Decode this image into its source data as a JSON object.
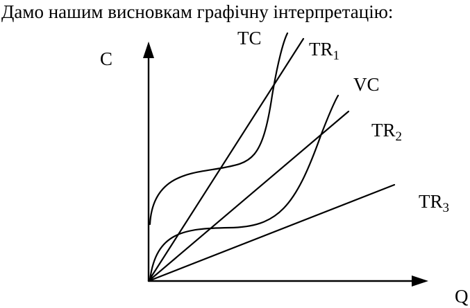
{
  "heading": "Дамо нашим висновкам графічну інтерпретацію:",
  "axes": {
    "y_label": "C",
    "x_label": "Q"
  },
  "curves": {
    "tc": "TC",
    "tr1": {
      "main": "TR",
      "sub": "1"
    },
    "vc": "VC",
    "tr2": {
      "main": "TR",
      "sub": "2"
    },
    "tr3": {
      "main": "TR",
      "sub": "3"
    }
  },
  "colors": {
    "ink": "#000000",
    "background": "#ffffff"
  }
}
